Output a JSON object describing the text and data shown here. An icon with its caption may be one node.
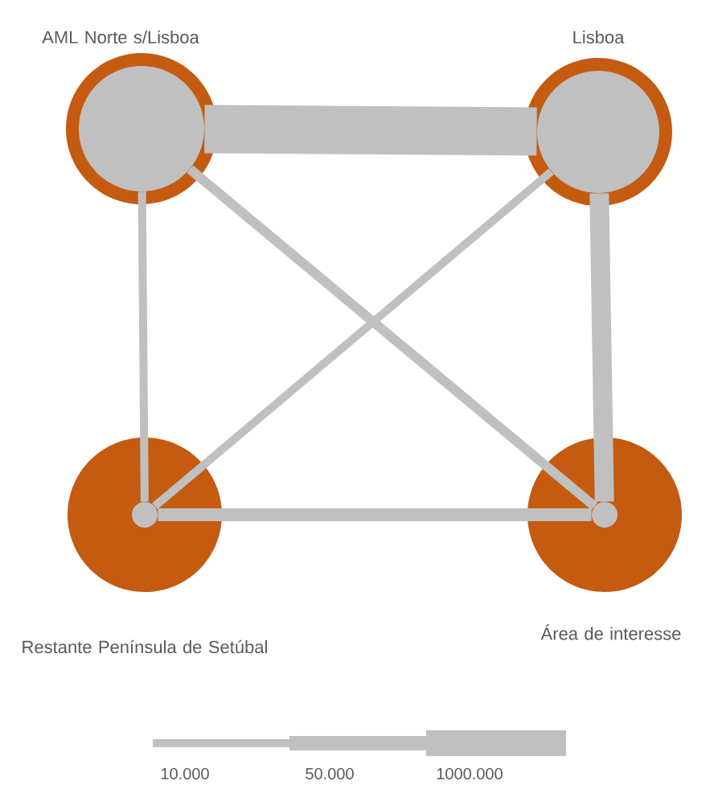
{
  "diagram": {
    "nodes": [
      {
        "text": [
          "AML Norte s/Lisboa"
        ]
      },
      {
        "text": [
          "Lisboa"
        ]
      },
      {
        "text": [
          "Restante Península de Setúbal"
        ]
      },
      {
        "text": [
          "Área de interesse"
        ]
      }
    ],
    "edges": [
      {
        "from": 0,
        "to": 1,
        "arrow": "none",
        "style": "thick"
      },
      {
        "from": 1,
        "to": 3,
        "arrow": "none",
        "style": "thick"
      },
      {
        "from": 0,
        "to": 2,
        "arrow": "none"
      },
      {
        "from": 2,
        "to": 3,
        "arrow": "none"
      },
      {
        "from": 0,
        "to": 3,
        "arrow": "none"
      },
      {
        "from": 1,
        "to": 2,
        "arrow": "none"
      }
    ],
    "legend": [
      {
        "text": "10.000"
      },
      {
        "text": "50.000"
      },
      {
        "text": "1000.000"
      }
    ]
  }
}
